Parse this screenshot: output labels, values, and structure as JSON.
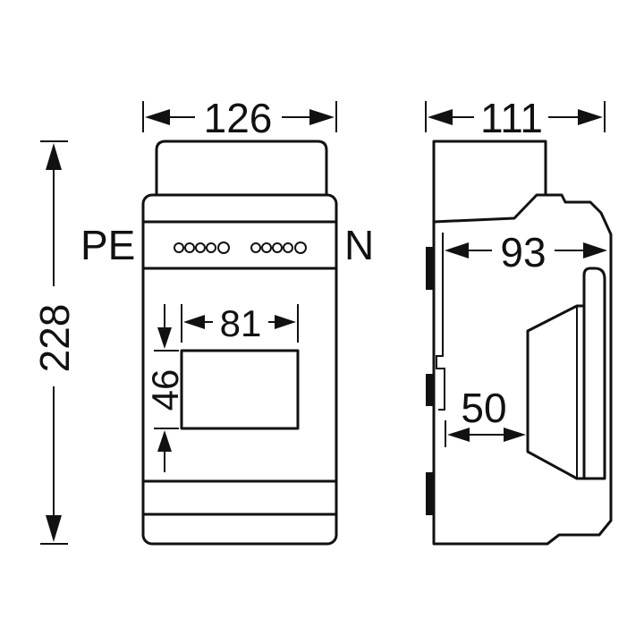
{
  "labels": {
    "pe": "PE",
    "n": "N"
  },
  "dimensions": {
    "front_width": "126",
    "side_depth": "111",
    "height": "228",
    "window_width": "81",
    "window_height": "46",
    "inner_depth": "93",
    "cutout_depth": "50"
  }
}
